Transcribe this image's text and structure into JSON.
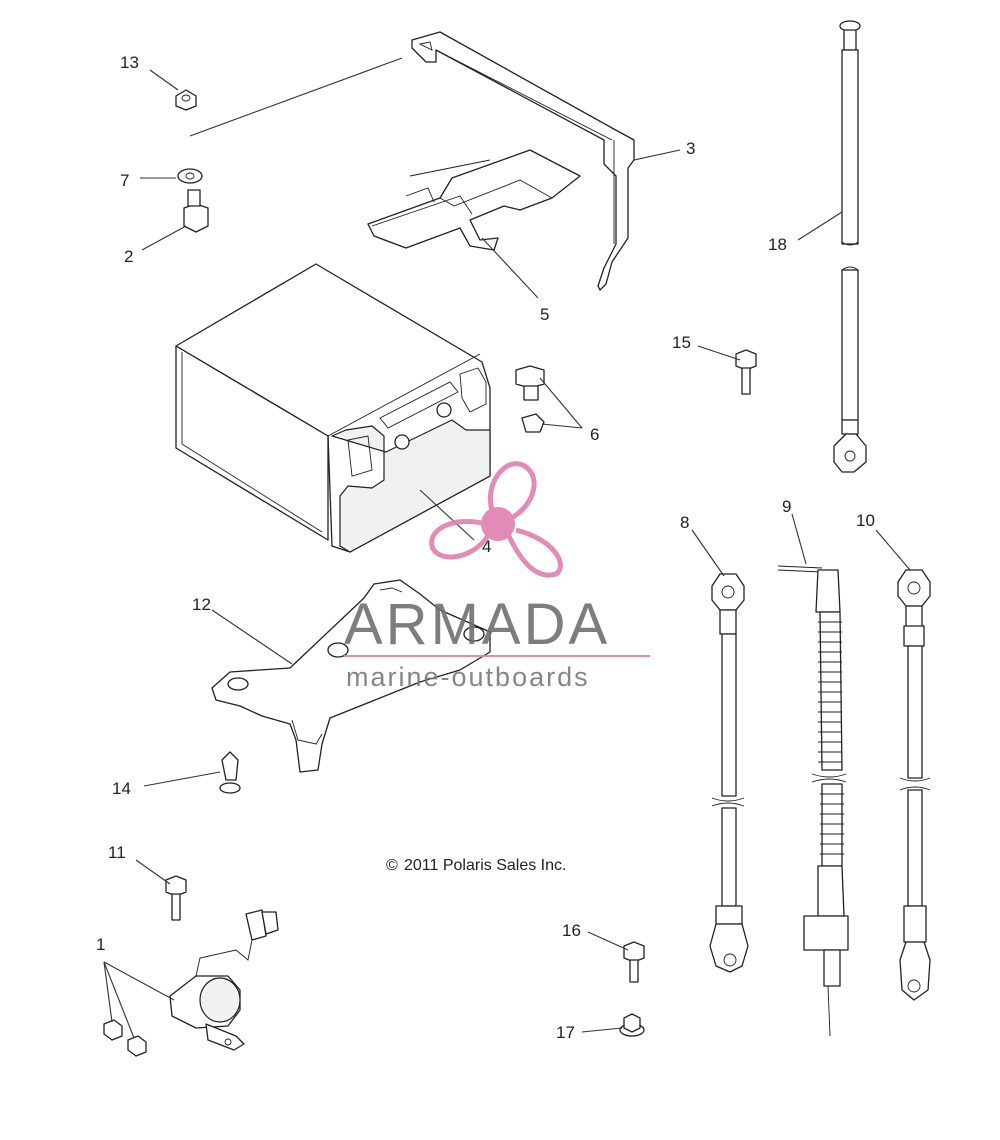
{
  "diagram": {
    "callouts": [
      {
        "id": "1",
        "text": "1"
      },
      {
        "id": "2",
        "text": "2"
      },
      {
        "id": "3",
        "text": "3"
      },
      {
        "id": "4",
        "text": "4"
      },
      {
        "id": "5",
        "text": "5"
      },
      {
        "id": "6",
        "text": "6"
      },
      {
        "id": "7",
        "text": "7"
      },
      {
        "id": "8",
        "text": "8"
      },
      {
        "id": "9",
        "text": "9"
      },
      {
        "id": "10",
        "text": "10"
      },
      {
        "id": "11",
        "text": "11"
      },
      {
        "id": "12",
        "text": "12"
      },
      {
        "id": "13",
        "text": "13"
      },
      {
        "id": "14",
        "text": "14"
      },
      {
        "id": "15",
        "text": "15"
      },
      {
        "id": "16",
        "text": "16"
      },
      {
        "id": "17",
        "text": "17"
      },
      {
        "id": "18",
        "text": "18"
      }
    ],
    "copyright": "2011 Polaris Sales Inc.",
    "copyright_symbol": "©"
  },
  "watermark": {
    "title": "ARMADA",
    "subtitle": "marine-outboards",
    "logo_color": "#e07fb0",
    "text_color": "#6f6f6f"
  }
}
